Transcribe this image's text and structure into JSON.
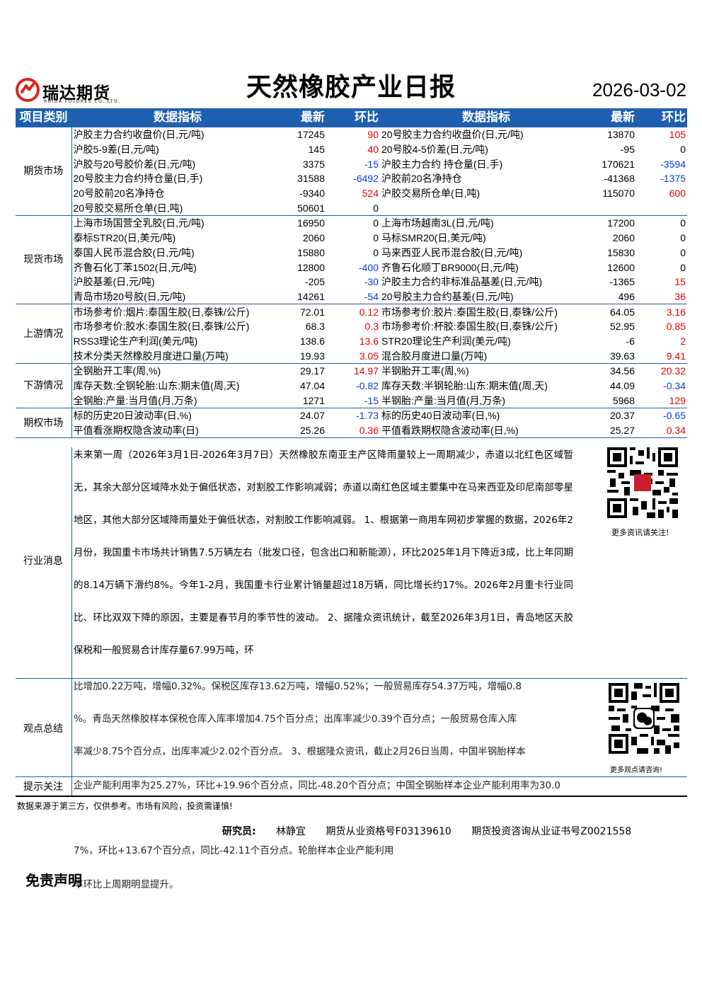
{
  "header": {
    "logo_cn": "瑞达期货",
    "logo_en": "RUIDA FUTURES CO.,LTD.",
    "title": "天然橡胶产业日报",
    "date": "2026-03-02"
  },
  "table": {
    "headers": [
      "项目类别",
      "数据指标",
      "最新",
      "环比",
      "数据指标",
      "最新",
      "环比"
    ],
    "sections": [
      {
        "category": "期货市场",
        "rows": [
          {
            "l_name": "沪胶主力合约收盘价(日,元/吨)",
            "l_val": "17245",
            "l_chg": "90",
            "l_dir": "up",
            "r_name": "20号胶主力合约收盘价(日,元/吨)",
            "r_val": "13870",
            "r_chg": "105",
            "r_dir": "up"
          },
          {
            "l_name": "沪胶5-9差(日,元/吨)",
            "l_val": "145",
            "l_chg": "40",
            "l_dir": "up",
            "r_name": "20号胶4-5价差(日,元/吨)",
            "r_val": "-95",
            "r_chg": "0",
            "r_dir": "flat"
          },
          {
            "l_name": "沪胶与20号胶价差(日,元/吨)",
            "l_val": "3375",
            "l_chg": "-15",
            "l_dir": "down",
            "r_name": "沪胶主力合约 持仓量(日,手)",
            "r_val": "170621",
            "r_chg": "-3594",
            "r_dir": "down"
          },
          {
            "l_name": "20号胶主力合约持仓量(日,手)",
            "l_val": "31588",
            "l_chg": "-6492",
            "l_dir": "down",
            "r_name": "沪胶前20名净持仓",
            "r_val": "-41368",
            "r_chg": "-1375",
            "r_dir": "down"
          },
          {
            "l_name": "20号胶前20名净持仓",
            "l_val": "-9340",
            "l_chg": "524",
            "l_dir": "up",
            "r_name": "沪胶交易所仓单(日,吨)",
            "r_val": "115070",
            "r_chg": "600",
            "r_dir": "up"
          },
          {
            "l_name": "20号胶交易所仓单(日,吨)",
            "l_val": "50601",
            "l_chg": "0",
            "l_dir": "flat",
            "r_name": "",
            "r_val": "",
            "r_chg": "",
            "r_dir": "flat"
          }
        ]
      },
      {
        "category": "现货市场",
        "rows": [
          {
            "l_name": "上海市场国营全乳胶(日,元/吨)",
            "l_val": "16950",
            "l_chg": "0",
            "l_dir": "flat",
            "r_name": "上海市场越南3L(日,元/吨)",
            "r_val": "17200",
            "r_chg": "0",
            "r_dir": "flat"
          },
          {
            "l_name": "泰标STR20(日,美元/吨)",
            "l_val": "2060",
            "l_chg": "0",
            "l_dir": "flat",
            "r_name": "马标SMR20(日,美元/吨)",
            "r_val": "2060",
            "r_chg": "0",
            "r_dir": "flat"
          },
          {
            "l_name": "泰国人民币混合胶(日,元/吨)",
            "l_val": "15880",
            "l_chg": "0",
            "l_dir": "flat",
            "r_name": "马来西亚人民币混合胶(日,元/吨)",
            "r_val": "15830",
            "r_chg": "0",
            "r_dir": "flat"
          },
          {
            "l_name": "齐鲁石化丁苯1502(日,元/吨)",
            "l_val": "12800",
            "l_chg": "-400",
            "l_dir": "down",
            "r_name": "齐鲁石化顺丁BR9000(日,元/吨)",
            "r_val": "12600",
            "r_chg": "0",
            "r_dir": "flat"
          },
          {
            "l_name": "沪胶基差(日,元/吨)",
            "l_val": "-205",
            "l_chg": "-30",
            "l_dir": "down",
            "r_name": "沪胶主力合约非标准品基差(日,元/吨)",
            "r_val": "-1365",
            "r_chg": "15",
            "r_dir": "up"
          },
          {
            "l_name": "青岛市场20号胶(日,元/吨)",
            "l_val": "14261",
            "l_chg": "-54",
            "l_dir": "down",
            "r_name": "20号胶主力合约基差(日,元/吨)",
            "r_val": "496",
            "r_chg": "36",
            "r_dir": "up"
          }
        ]
      },
      {
        "category": "上游情况",
        "rows": [
          {
            "l_name": "市场参考价:烟片:泰国生胶(日,泰铢/公斤)",
            "l_val": "72.01",
            "l_chg": "0.12",
            "l_dir": "up",
            "r_name": "市场参考价:胶片:泰国生胶(日,泰铢/公斤)",
            "r_val": "64.05",
            "r_chg": "3.16",
            "r_dir": "up"
          },
          {
            "l_name": "市场参考价:胶水:泰国生胶(日,泰铢/公斤)",
            "l_val": "68.3",
            "l_chg": "0.3",
            "l_dir": "up",
            "r_name": "市场参考价:杯胶:泰国生胶(日,泰铢/公斤)",
            "r_val": "52.95",
            "r_chg": "0.85",
            "r_dir": "up"
          },
          {
            "l_name": "RSS3理论生产利润(美元/吨)",
            "l_val": "138.6",
            "l_chg": "13.6",
            "l_dir": "up",
            "r_name": "STR20理论生产利润(美元/吨)",
            "r_val": "-6",
            "r_chg": "2",
            "r_dir": "up"
          },
          {
            "l_name": "技术分类天然橡胶月度进口量(万吨)",
            "l_val": "19.93",
            "l_chg": "3.05",
            "l_dir": "up",
            "r_name": "混合胶月度进口量(万吨)",
            "r_val": "39.63",
            "r_chg": "9.41",
            "r_dir": "up"
          }
        ]
      },
      {
        "category": "下游情况",
        "rows": [
          {
            "l_name": "全钢胎开工率(周,%)",
            "l_val": "29.17",
            "l_chg": "14.97",
            "l_dir": "up",
            "r_name": "半钢胎开工率(周,%)",
            "r_val": "34.56",
            "r_chg": "20.32",
            "r_dir": "up"
          },
          {
            "l_name": "库存天数:全钢轮胎:山东:期末值(周,天)",
            "l_val": "47.04",
            "l_chg": "-0.82",
            "l_dir": "down",
            "r_name": "库存天数:半钢轮胎:山东:期末值(周,天)",
            "r_val": "44.09",
            "r_chg": "-0.34",
            "r_dir": "down"
          },
          {
            "l_name": "全钢胎:产量:当月值(月,万条)",
            "l_val": "1271",
            "l_chg": "-15",
            "l_dir": "down",
            "r_name": "半钢胎:产量:当月值(月,万条)",
            "r_val": "5968",
            "r_chg": "129",
            "r_dir": "up"
          }
        ]
      },
      {
        "category": "期权市场",
        "rows": [
          {
            "l_name": "标的历史20日波动率(日,%)",
            "l_val": "24.07",
            "l_chg": "-1.73",
            "l_dir": "down",
            "r_name": "标的历史40日波动率(日,%)",
            "r_val": "20.37",
            "r_chg": "-0.65",
            "r_dir": "down"
          },
          {
            "l_name": "平值看涨期权隐含波动率(日)",
            "l_val": "25.26",
            "l_chg": "0.36",
            "l_dir": "up",
            "r_name": "平值看跌期权隐含波动率(日,%)",
            "r_val": "25.27",
            "r_chg": "0.34",
            "r_dir": "up"
          }
        ]
      }
    ]
  },
  "news": {
    "label": "行业消息",
    "text": "未来第一周（2026年3月1日-2026年3月7日）天然橡胶东南亚主产区降雨量较上一周期减少，赤道以北红色区域暂无，其余大部分区域降水处于偏低状态，对割胶工作影响减弱；赤道以南红色区域主要集中在马来西亚及印尼南部零星地区，其他大部分区域降雨量处于偏低状态，对割胶工作影响减弱。 1、根据第一商用车网初步掌握的数据，2026年2月份，我国重卡市场共计销售7.5万辆左右（批发口径，包含出口和新能源），环比2025年1月下降近3成，比上年同期的8.14万辆下滑约8%。今年1-2月，我国重卡行业累计销量超过18万辆，同比增长约17%。2026年2月重卡行业同比、环比双双下降的原因，主要是春节月的季节性的波动。 2、据隆众资讯统计，截至2026年3月1日，青岛地区天胶保税和一般贸易合计库存量67.99万吨，环",
    "qr_caption": "更多资讯请关注!"
  },
  "summary": {
    "label": "观点总结",
    "overlap_lines": [
      "比增加0.22万吨，增幅0.32%。保税区库存13.62万吨，增幅0.52%；一般贸易库存54.37万吨，增幅0.8",
      "%。青岛天然橡胶样本保税仓库入库率增加4.75个百分点；出库率减少0.39个百分点；一般贸易仓库入库",
      "率减少8.75个百分点，出库率减少2.02个百分点。 3、根据隆众资讯，截止2月26日当周，中国半钢胎样本",
      "企业产能利用率为25.27%，环比+19.96个百分点，同比-48.20个百分点；中国全钢胎样本企业产能利用率为30.0",
      "7%，环比+13.67个百分点，同比-42.11个百分点。轮胎样本企业产能利用",
      "率环比上周期明显提升。"
    ],
    "qr_caption": "更多观点请咨询!"
  },
  "watch": {
    "label": "提示关注"
  },
  "footer": {
    "note": "数据来源于第三方，仅供参考。市场有风险，投资需谨慎!",
    "researcher_label": "研究员:",
    "researcher_name": "林静宜",
    "qualification": "期货从业资格号F03139610",
    "consult": "期货投资咨询从业证书号Z0021558",
    "disclaimer": "免责声明"
  },
  "colors": {
    "header_bg": "#1f5fb0",
    "up": "#e00000",
    "down": "#0a3cd8",
    "logo_red": "#d9261c"
  }
}
